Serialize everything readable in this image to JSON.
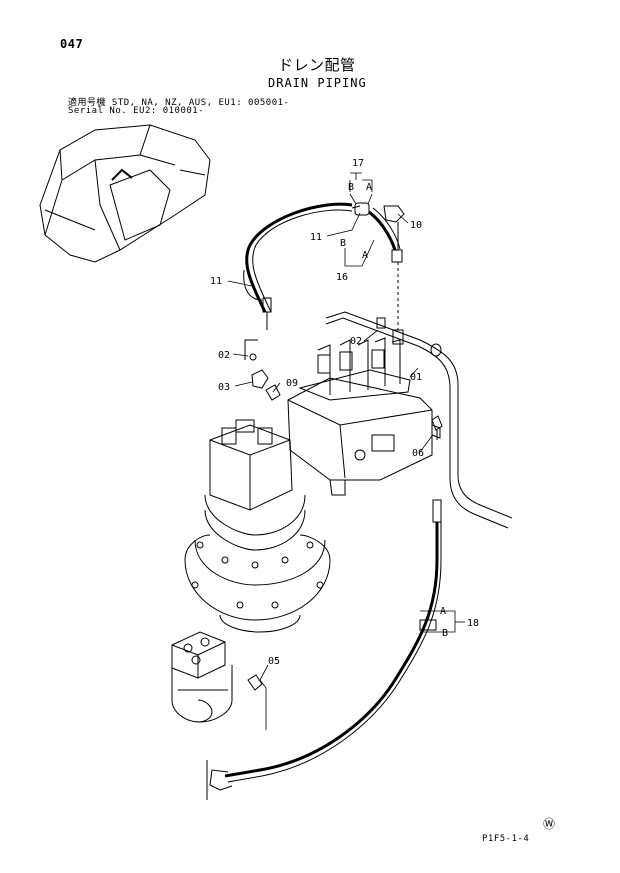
{
  "page_number": "047",
  "title_jp": "ドレン配管",
  "title_en": "DRAIN PIPING",
  "serial_line1": "適用号機  STD, NA, NZ, AUS, EU1: 005001-",
  "serial_line2": "Serial No.                EU2: 010001-",
  "footer_code": "P1F5-1-4",
  "watermark": "Ⓦ",
  "callouts": {
    "c17": "17",
    "c17a": "A",
    "c17b": "B",
    "c10": "10",
    "c11a": "11",
    "c11b": "11",
    "c16": "16",
    "c16a": "A",
    "c16b": "B",
    "c02a": "02",
    "c02b": "02",
    "c03": "03",
    "c09": "09",
    "c01": "01",
    "c06": "06",
    "c05": "05",
    "c18": "18",
    "c18a": "A",
    "c18b": "B"
  }
}
